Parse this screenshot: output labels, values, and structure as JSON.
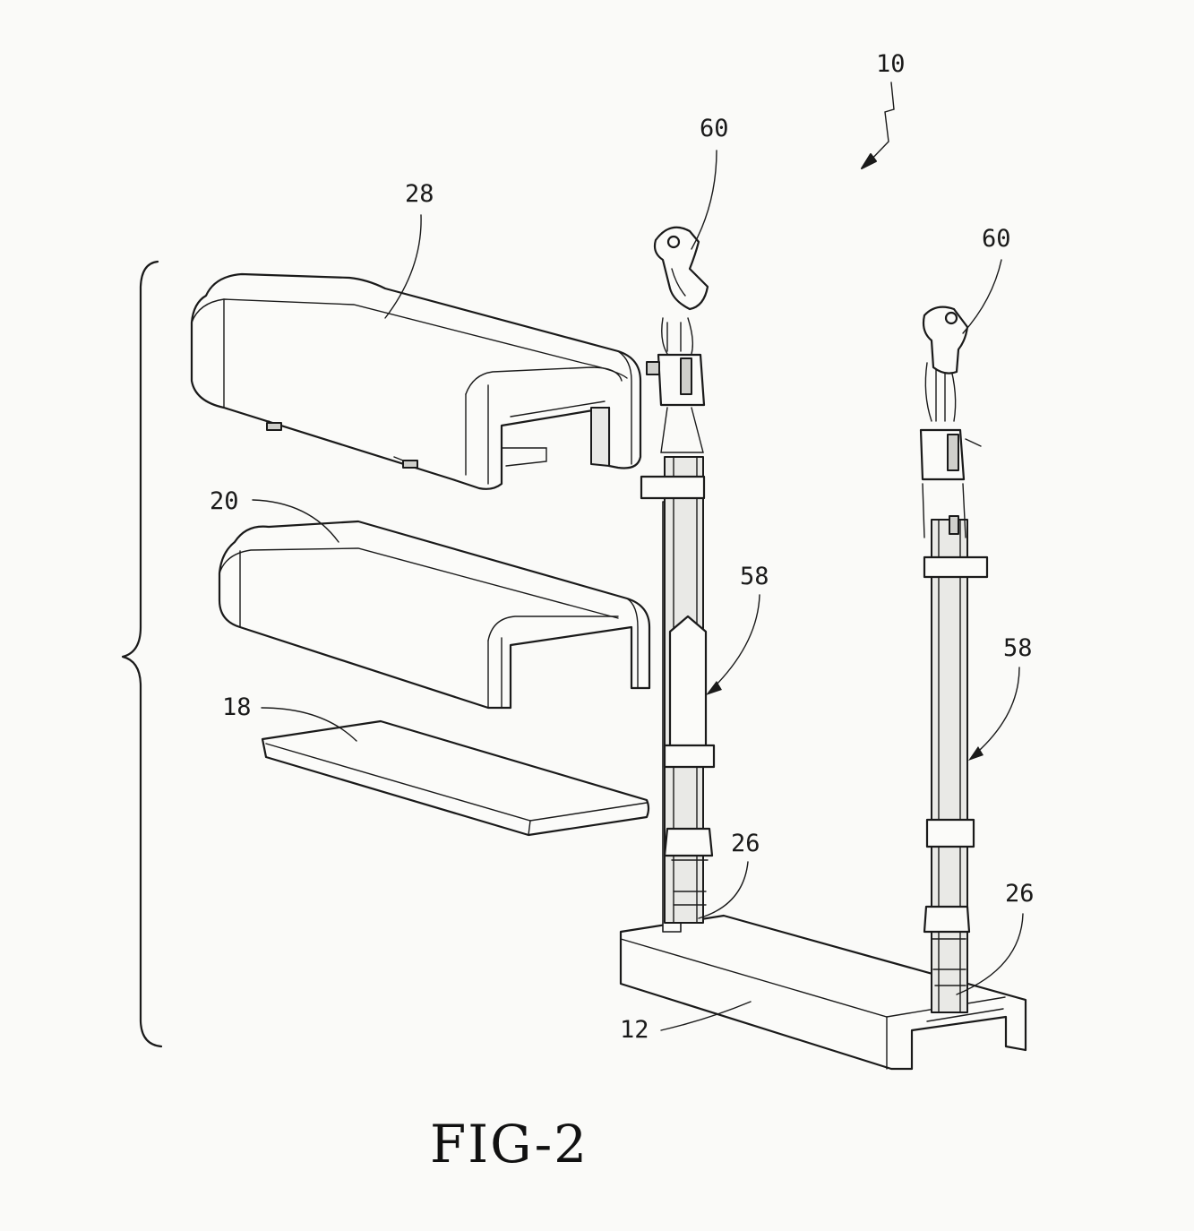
{
  "figure": {
    "caption": "FIG-2",
    "labels": {
      "assembly": "10",
      "cushion_cover": "28",
      "foam_pad": "20",
      "base_board": "18",
      "channel_base": "12",
      "hook_left": "60",
      "hook_right": "60",
      "strap_left": "58",
      "strap_right": "58",
      "anchor_left": "26",
      "anchor_right": "26"
    }
  }
}
